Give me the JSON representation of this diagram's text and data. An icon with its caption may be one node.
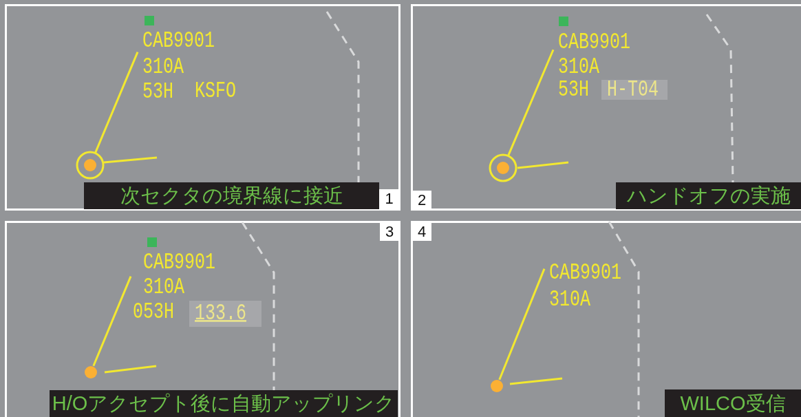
{
  "diagram": {
    "nodes": [
      {
        "text": [
          "1"
        ]
      },
      {
        "text": [
          "CAB9901",
          "310A",
          "53H"
        ],
        "in": 0
      },
      {
        "text": [
          "KSFO"
        ],
        "in": 1
      },
      {
        "text": [],
        "shape": "circle",
        "in": 0
      },
      {
        "text": [
          "次セクタの境界線に接近"
        ],
        "in": 0
      },
      {
        "text": [
          "2"
        ]
      },
      {
        "text": [
          "CAB9901",
          "310A",
          "53H"
        ],
        "in": 5
      },
      {
        "text": [
          "H-T04"
        ],
        "in": 6
      },
      {
        "text": [],
        "shape": "circle",
        "in": 5
      },
      {
        "text": [
          "ハンドオフの実施"
        ],
        "in": 5
      },
      {
        "text": [
          "3"
        ]
      },
      {
        "text": [
          "CAB9901",
          "310A",
          "053H"
        ],
        "in": 10
      },
      {
        "text": [
          "133.6"
        ],
        "in": 11
      },
      {
        "text": [],
        "shape": "circle",
        "in": 10
      },
      {
        "text": [
          "H/Oアクセプト後に自動アップリンク"
        ],
        "in": 10
      },
      {
        "text": [
          "4"
        ]
      },
      {
        "text": [
          "CAB9901",
          "310A"
        ],
        "in": 15
      },
      {
        "text": [],
        "shape": "circle",
        "in": 15
      },
      {
        "text": [
          "WILCO受信"
        ],
        "in": 15
      }
    ],
    "edges": [
      {
        "from": 3,
        "to": 1,
        "arrow": "none"
      },
      {
        "from": 8,
        "to": 6,
        "arrow": "none"
      },
      {
        "from": 13,
        "to": 11,
        "arrow": "none"
      },
      {
        "from": 17,
        "to": 16,
        "arrow": "none"
      }
    ]
  }
}
